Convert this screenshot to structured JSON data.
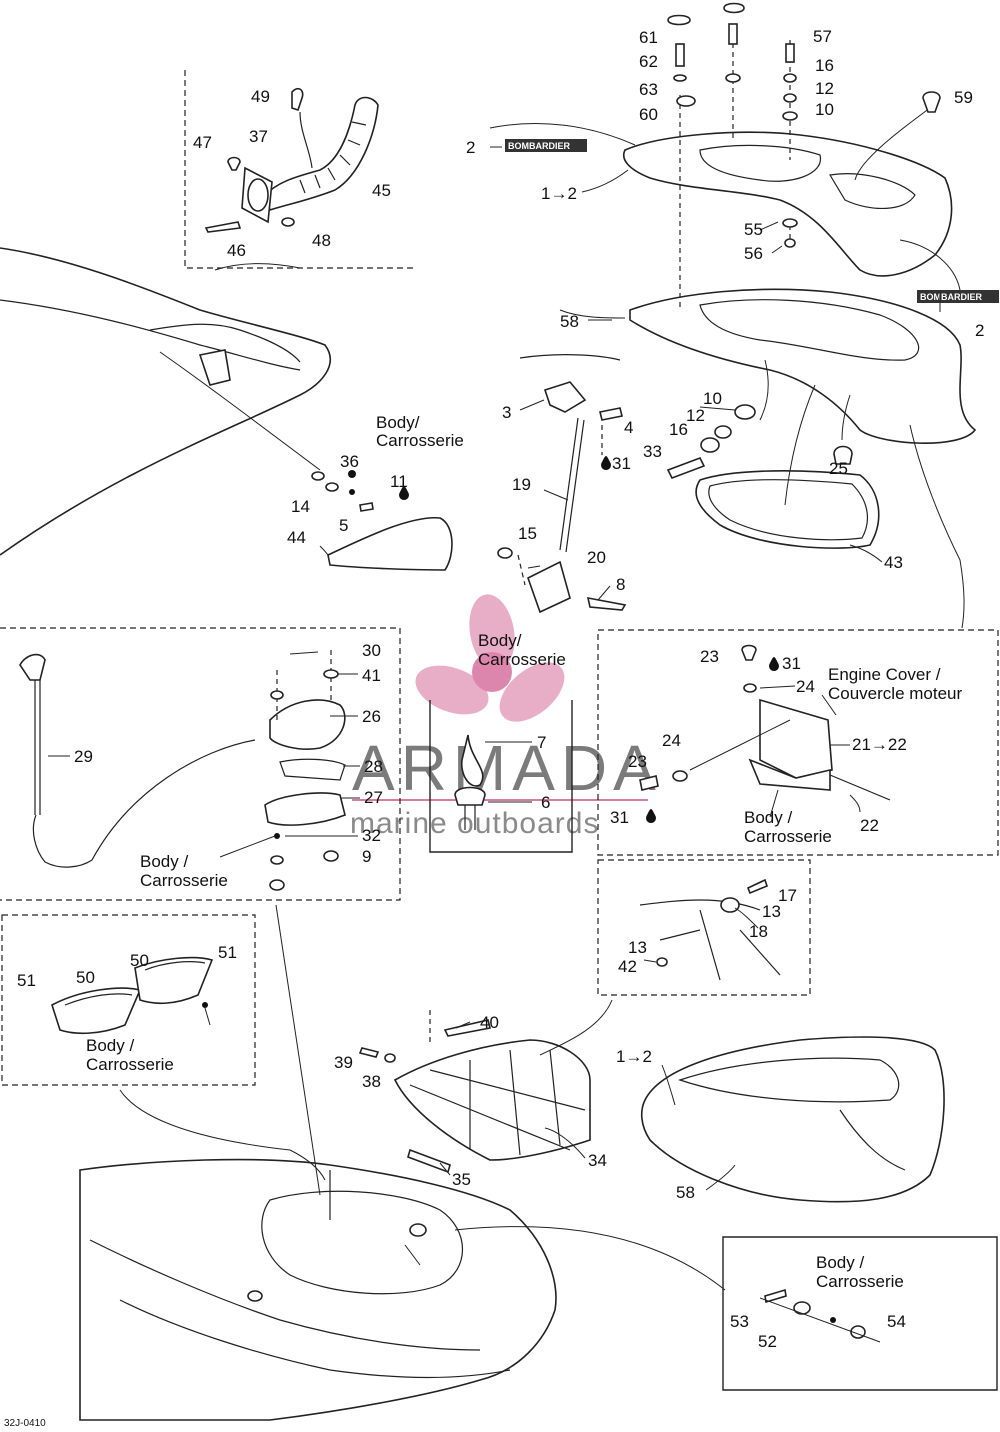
{
  "diagram": {
    "doc_code": "32J-0410",
    "watermark": {
      "brand": "ARMADA",
      "tagline": "marine outboards",
      "colors": {
        "propeller": "#e7a6c2",
        "hub": "#d97aa5",
        "text": "#7b7b7b"
      }
    },
    "decal_text": "BOMBARDIER",
    "labels": {
      "body": "Body /",
      "body_fr": "Carrosserie",
      "body_inline": "Body/",
      "engine_cover": "Engine Cover /",
      "engine_cover_fr": "Couvercle moteur"
    },
    "callouts": {
      "c61": "61",
      "c62": "62",
      "c63": "63",
      "c60": "60",
      "c57": "57",
      "c16a": "16",
      "c12a": "12",
      "c10a": "10",
      "c59": "59",
      "c2a": "2",
      "c1to2a": "1→2",
      "c55": "55",
      "c56": "56",
      "c2b": "2",
      "c58a": "58",
      "c49": "49",
      "c47": "47",
      "c37": "37",
      "c45": "45",
      "c46": "46",
      "c48": "48",
      "c3": "3",
      "c4": "4",
      "c31a": "31",
      "c10b": "10",
      "c12b": "12",
      "c16b": "16",
      "c33": "33",
      "c25": "25",
      "c19": "19",
      "c43": "43",
      "c36": "36",
      "c11": "11",
      "c14": "14",
      "c5": "5",
      "c44": "44",
      "c15": "15",
      "c20": "20",
      "c8": "8",
      "c30": "30",
      "c41": "41",
      "c26": "26",
      "c29": "29",
      "c28": "28",
      "c27": "27",
      "c32": "32",
      "c9": "9",
      "c7": "7",
      "c6": "6",
      "c23a": "23",
      "c31b": "31",
      "c24a": "24",
      "c21to22": "21→22",
      "c24b": "24",
      "c23b": "23",
      "c31c": "31",
      "c22": "22",
      "c17": "17",
      "c13a": "13",
      "c18": "18",
      "c13b": "13",
      "c42": "42",
      "c50a": "50",
      "c51a": "51",
      "c51b": "51",
      "c50b": "50",
      "c40": "40",
      "c39": "39",
      "c38": "38",
      "c34": "34",
      "c35": "35",
      "c1to2b": "1→2",
      "c58b": "58",
      "c53": "53",
      "c52": "52",
      "c54": "54"
    }
  }
}
